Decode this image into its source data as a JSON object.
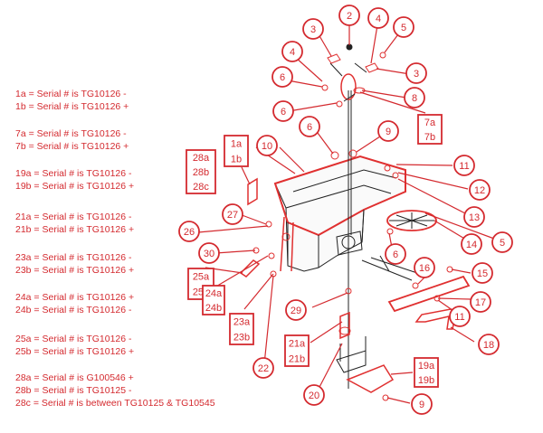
{
  "legend": [
    [
      "1a = Serial # is TG10126 -",
      "1b = Serial # is TG10126 +"
    ],
    [
      "7a = Serial # is TG10126 -",
      "7b = Serial # is TG10126 +"
    ],
    [
      "19a = Serial # is TG10126 -",
      "19b = Serial # is TG10126 +"
    ],
    [
      "21a = Serial # is TG10126 -",
      "21b = Serial # is TG10126 +"
    ],
    [
      "23a = Serial # is TG10126 -",
      "23b = Serial # is TG10126 +"
    ],
    [
      "24a = Serial # is TG10126 +",
      "24b = Serial # is TG10126 -"
    ],
    [
      "25a = Serial # is TG10126 -",
      "25b = Serial # is TG10126 +"
    ],
    [
      "28a = Serial # is G100546 +",
      "28b = Serial # is TG10125 -",
      "28c = Serial # is between TG10125 & TG10545"
    ]
  ],
  "circle_callouts": [
    "2",
    "3",
    "4",
    "5",
    "3",
    "4",
    "6",
    "8",
    "6",
    "6",
    "9",
    "10",
    "11",
    "12",
    "13",
    "14",
    "5",
    "6",
    "16",
    "15",
    "17",
    "11",
    "18",
    "27",
    "26",
    "30",
    "29",
    "22",
    "20",
    "9"
  ],
  "box_callouts": [
    [
      "7a",
      "7b"
    ],
    [
      "1a",
      "1b"
    ],
    [
      "28a",
      "28b",
      "28c"
    ],
    [
      "25a",
      "25b"
    ],
    [
      "24a",
      "24b"
    ],
    [
      "23a",
      "23b"
    ],
    [
      "21a",
      "21b"
    ],
    [
      "19a",
      "19b"
    ]
  ],
  "colors": {
    "callout": "#d42a2f",
    "line": "#222222",
    "highlight": "#e03030"
  }
}
